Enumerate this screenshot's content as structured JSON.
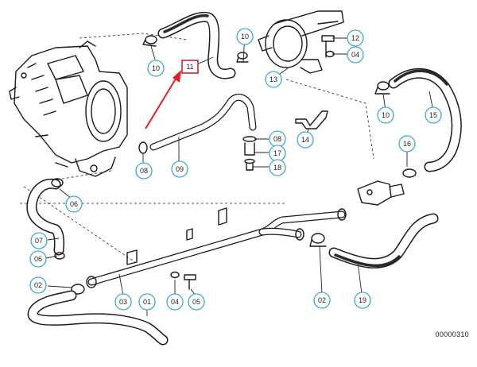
{
  "callouts": {
    "c10a": "10",
    "c10b": "10",
    "c12": "12",
    "c04a": "04",
    "c13": "13",
    "c10c": "10",
    "c15": "15",
    "c14": "14",
    "c08a": "08",
    "c09": "09",
    "c08b": "08",
    "c17": "17",
    "c18": "18",
    "c16": "16",
    "c06a": "06",
    "c07": "07",
    "c06b": "06",
    "c02a": "02",
    "c03": "03",
    "c01": "01",
    "c04b": "04",
    "c05": "05",
    "c02b": "02",
    "c19": "19"
  },
  "highlight": {
    "label": "11",
    "color": "#d8202a"
  },
  "accent_color": "#3aa8d8",
  "reference_number": "00000310"
}
